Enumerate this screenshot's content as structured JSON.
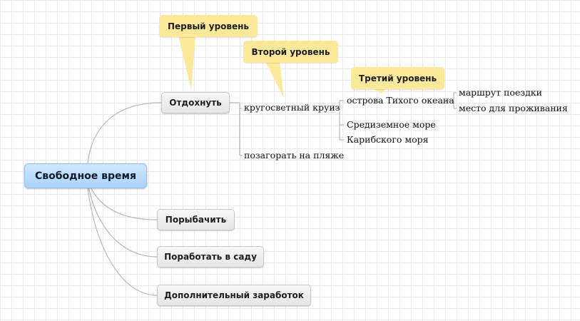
{
  "mindmap": {
    "root": "Свободное время",
    "branches": [
      {
        "label": "Отдохнуть",
        "children": [
          {
            "label": "кругосветный круиз",
            "children": [
              {
                "label": "острова Тихого океана",
                "children": [
                  "маршрут поездки",
                  "место для проживания"
                ]
              },
              {
                "label": "Средиземное море"
              },
              {
                "label": "Карибского моря"
              }
            ]
          },
          {
            "label": "позагорать на пляже"
          }
        ]
      },
      {
        "label": "Порыбачить"
      },
      {
        "label": "Поработать в саду"
      },
      {
        "label": "Дополнительный заработок"
      }
    ]
  },
  "callouts": {
    "level1": "Первый уровень",
    "level2": "Второй уровень",
    "level3": "Третий уровень"
  },
  "colors": {
    "root_fill": "#a9d3fb",
    "callout_fill": "#fde99a",
    "connector": "#b9b9b9"
  }
}
